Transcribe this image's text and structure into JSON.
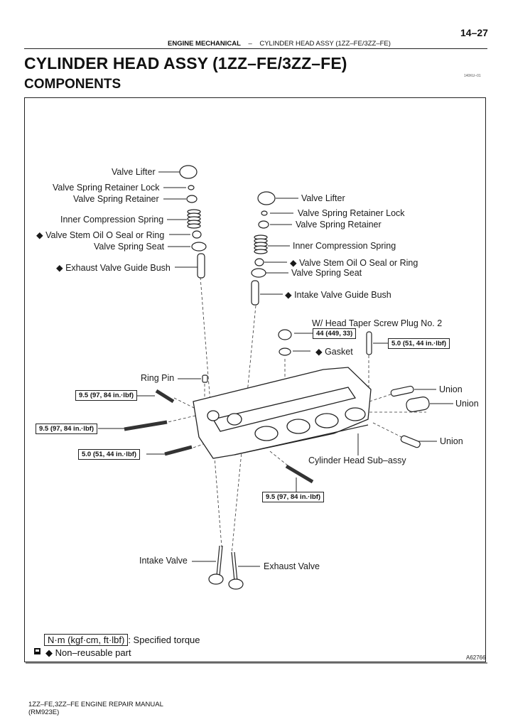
{
  "header": {
    "page_number": "14–27",
    "section": "ENGINE MECHANICAL",
    "separator": "–",
    "subsection": "CYLINDER HEAD ASSY (1ZZ–FE/3ZZ–FE)"
  },
  "title": "CYLINDER HEAD ASSY (1ZZ–FE/3ZZ–FE)",
  "subtitle": "COMPONENTS",
  "figure_ref_top": "140KU–01",
  "diagram": {
    "exhaust_side": {
      "valve_lifter": "Valve Lifter",
      "retainer_lock": "Valve Spring Retainer Lock",
      "retainer": "Valve Spring Retainer",
      "spring": "Inner Compression Spring",
      "oil_seal": "◆ Valve Stem Oil O Seal or Ring",
      "spring_seat": "Valve Spring Seat",
      "guide_bush": "◆ Exhaust Valve Guide Bush"
    },
    "intake_side": {
      "valve_lifter": "Valve Lifter",
      "retainer_lock": "Valve Spring Retainer Lock",
      "retainer": "Valve Spring Retainer",
      "spring": "Inner Compression Spring",
      "oil_seal": "◆ Valve Stem Oil O Seal or Ring",
      "spring_seat": "Valve Spring Seat",
      "guide_bush": "◆ Intake Valve Guide Bush"
    },
    "taper_plug_note": "W/ Head Taper Screw Plug No. 2",
    "plug_torque": "44 (449, 33)",
    "gasket": "◆ Gasket",
    "stud_torque_right": "5.0 (51, 44 in.·lbf)",
    "ring_pin": "Ring Pin",
    "stud_torque_1": "9.5 (97, 84 in.·lbf)",
    "stud_torque_2": "9.5 (97, 84 in.·lbf)",
    "stud_torque_3": "5.0 (51, 44 in.·lbf)",
    "stud_torque_4": "9.5 (97, 84 in.·lbf)",
    "union_1": "Union",
    "union_2": "Union",
    "union_3": "Union",
    "cylinder_head": "Cylinder Head Sub–assy",
    "intake_valve": "Intake Valve",
    "exhaust_valve": "Exhaust Valve"
  },
  "legend": {
    "torque_unit": "N·m (kgf·cm, ft·lbf)",
    "torque_desc": ": Specified torque",
    "nonreusable": "◆ Non–reusable part"
  },
  "figure_id": "A62766",
  "footer": {
    "line1": "1ZZ–FE,3ZZ–FE ENGINE REPAIR MANUAL",
    "line2": "(RM923E)"
  }
}
